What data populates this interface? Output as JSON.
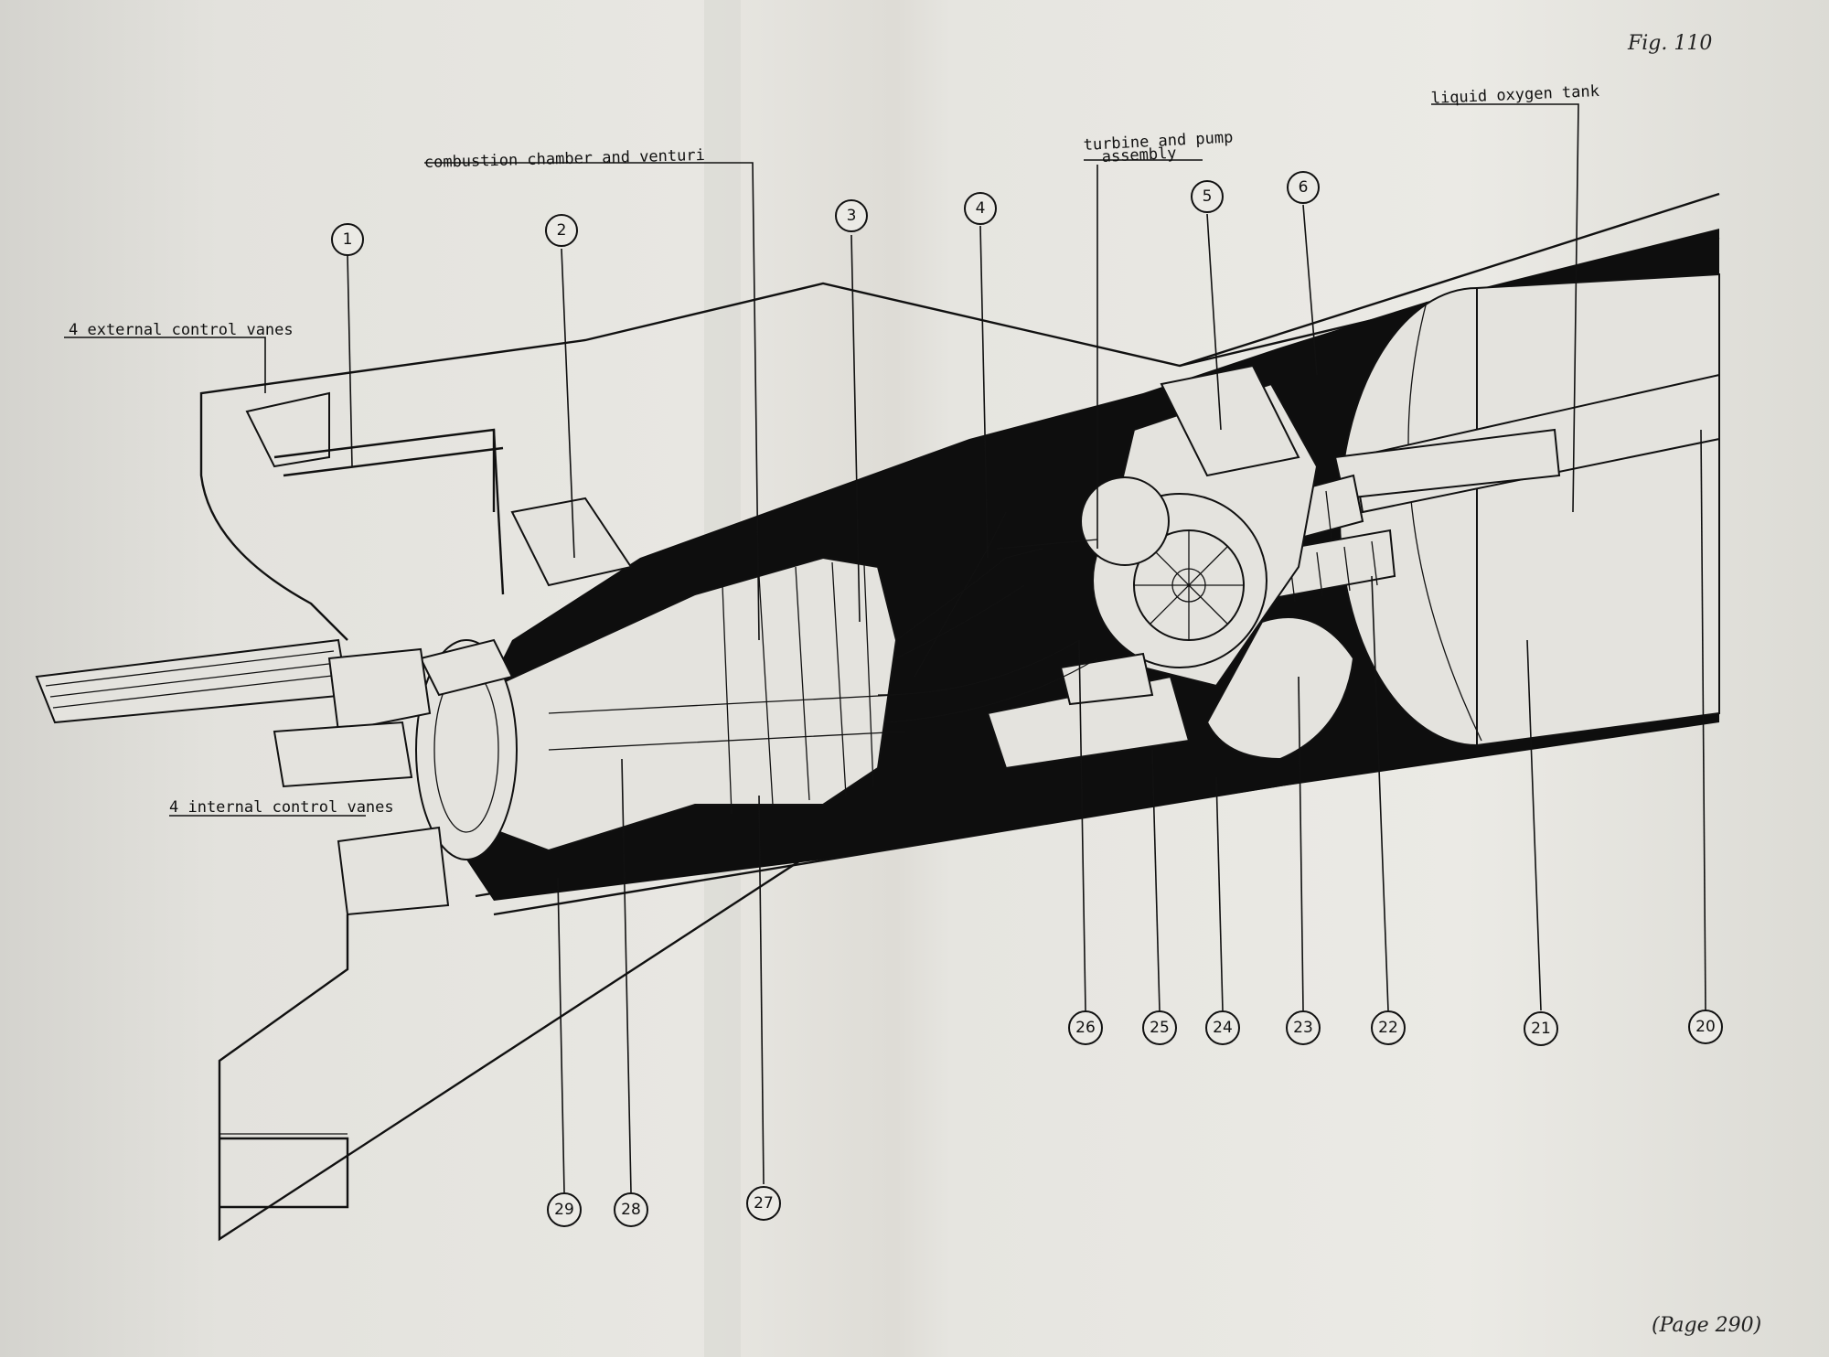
{
  "figure_label": "Fig. 110",
  "page_label": "(Page 290)",
  "captions": {
    "external_vanes": "4 external control vanes",
    "internal_vanes": "4 internal control vanes",
    "combustion": "combustion chamber and venturi",
    "turbine": [
      "turbine and pump",
      "assembly"
    ],
    "oxygen_tank": "liquid oxygen tank"
  },
  "callouts": [
    {
      "n": "1"
    },
    {
      "n": "2"
    },
    {
      "n": "3"
    },
    {
      "n": "4"
    },
    {
      "n": "5"
    },
    {
      "n": "6"
    },
    {
      "n": "20"
    },
    {
      "n": "21"
    },
    {
      "n": "22"
    },
    {
      "n": "23"
    },
    {
      "n": "24"
    },
    {
      "n": "25"
    },
    {
      "n": "26"
    },
    {
      "n": "27"
    },
    {
      "n": "28"
    },
    {
      "n": "29"
    }
  ]
}
